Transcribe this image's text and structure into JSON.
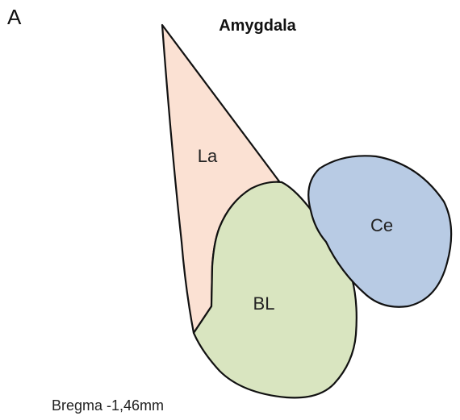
{
  "figure": {
    "panel_label": "A",
    "title": "Amygdala",
    "caption": "Bregma -1,46mm"
  },
  "regions": {
    "la": {
      "label": "La",
      "color": "#fbe1d3"
    },
    "bl": {
      "label": "BL",
      "color": "#d9e5c0"
    },
    "ce": {
      "label": "Ce",
      "color": "#b8cbe4"
    }
  }
}
